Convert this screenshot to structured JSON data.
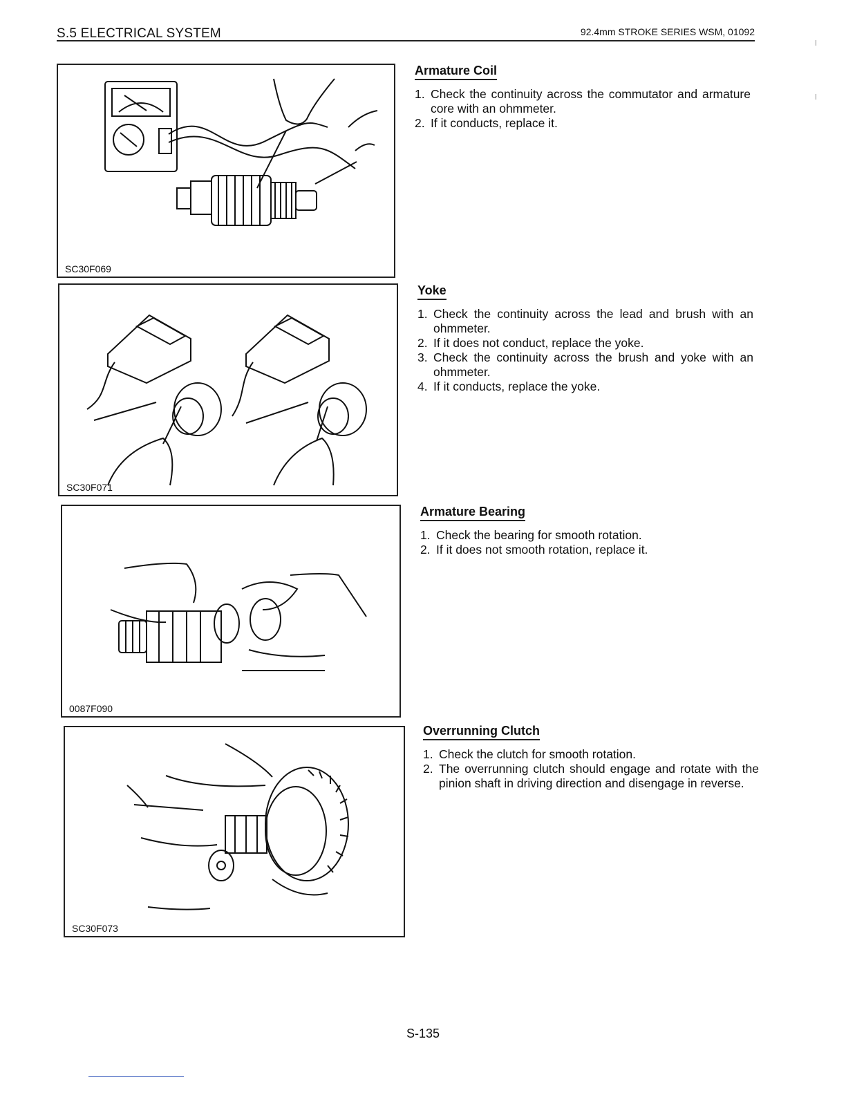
{
  "header": {
    "section": "S.5 ELECTRICAL SYSTEM",
    "series": "92.4mm STROKE SERIES WSM, 01092"
  },
  "figures": [
    {
      "caption": "SC30F069",
      "icon": "ohmmeter-armature-illustration"
    },
    {
      "caption": "SC30F071",
      "icon": "ohmmeter-yoke-illustration"
    },
    {
      "caption": "0087F090",
      "icon": "armature-bearing-illustration"
    },
    {
      "caption": "SC30F073",
      "icon": "overrunning-clutch-illustration"
    }
  ],
  "sections": [
    {
      "title": "Armature Coil",
      "steps": [
        {
          "num": "1.",
          "text": "Check the continuity across the commutator and armature core with an ohmmeter."
        },
        {
          "num": "2.",
          "text": "If it conducts, replace it."
        }
      ]
    },
    {
      "title": "Yoke",
      "steps": [
        {
          "num": "1.",
          "text": "Check the continuity across the lead and brush with an ohmmeter."
        },
        {
          "num": "2.",
          "text": "If it does not conduct, replace the yoke."
        },
        {
          "num": "3.",
          "text": "Check the continuity across the brush and yoke with an ohmmeter."
        },
        {
          "num": "4.",
          "text": "If it conducts, replace the yoke."
        }
      ]
    },
    {
      "title": "Armature Bearing",
      "steps": [
        {
          "num": "1.",
          "text": "Check the bearing for smooth rotation."
        },
        {
          "num": "2.",
          "text": "If it does not smooth rotation, replace it."
        }
      ]
    },
    {
      "title": "Overrunning Clutch",
      "steps": [
        {
          "num": "1.",
          "text": "Check the clutch for smooth rotation."
        },
        {
          "num": "2.",
          "text": "The overrunning clutch should engage and rotate with the pinion shaft in driving direction and disengage in reverse."
        }
      ]
    }
  ],
  "footer": {
    "page": "S-135"
  }
}
